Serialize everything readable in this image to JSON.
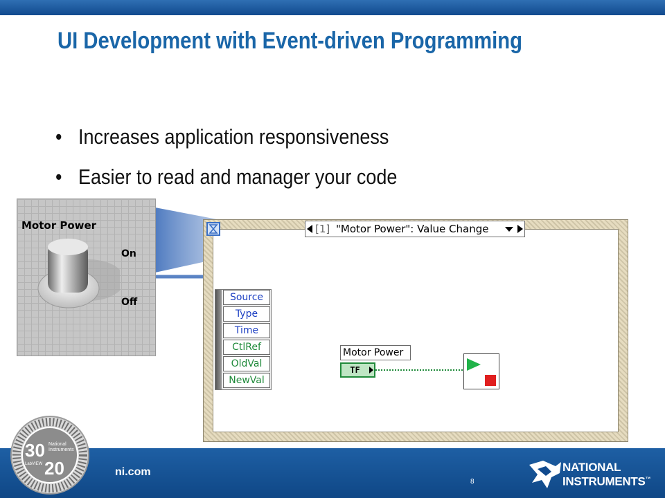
{
  "slide": {
    "title": "UI Development with Event-driven Programming",
    "bullets": [
      "Increases application responsiveness",
      "Easier to read and manager your code"
    ],
    "page_number": "8",
    "footer_url": "ni.com"
  },
  "front_panel": {
    "control_label": "Motor Power",
    "on_label": "On",
    "off_label": "Off"
  },
  "block_diagram": {
    "event_index": "[1]",
    "event_case": "\"Motor Power\": Value Change",
    "event_data": [
      "Source",
      "Type",
      "Time",
      "CtlRef",
      "OldVal",
      "NewVal"
    ],
    "control_name": "Motor Power",
    "terminal_type": "TF"
  },
  "branding": {
    "company_line1": "NATIONAL",
    "company_line2": "INSTRUMENTS",
    "trademark": "™",
    "badge_top": "30",
    "badge_bottom": "20",
    "badge_ni_line1": "National",
    "badge_ni_line2": "Instruments",
    "badge_labview": "LabVIEW"
  },
  "colors": {
    "title_blue": "#1a66a8",
    "band_blue": "#114a8e",
    "callout_blue": "#5b84c4",
    "terminal_green": "#1f8a3a"
  }
}
